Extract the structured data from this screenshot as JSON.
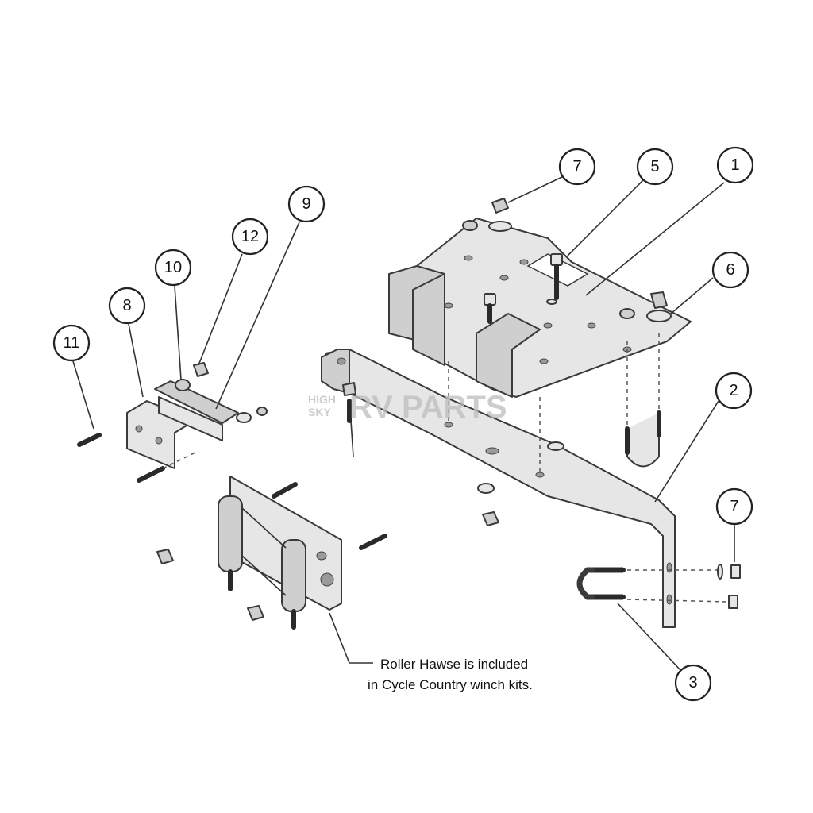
{
  "callouts": [
    {
      "id": "c7a",
      "label": "7"
    },
    {
      "id": "c5",
      "label": "5"
    },
    {
      "id": "c1",
      "label": "1"
    },
    {
      "id": "c6",
      "label": "6"
    },
    {
      "id": "c9",
      "label": "9"
    },
    {
      "id": "c12",
      "label": "12"
    },
    {
      "id": "c10",
      "label": "10"
    },
    {
      "id": "c8",
      "label": "8"
    },
    {
      "id": "c11",
      "label": "11"
    },
    {
      "id": "c2",
      "label": "2"
    },
    {
      "id": "c7b",
      "label": "7"
    },
    {
      "id": "c3",
      "label": "3"
    }
  ],
  "note": {
    "line1": "Roller Hawse is included",
    "line2": "in Cycle Country winch kits."
  },
  "watermark": {
    "small_top": "HIGH",
    "small_bottom": "SKY",
    "brand": "RV PARTS"
  },
  "colors": {
    "line": "#333333",
    "part_fill": "#e6e6e6",
    "background": "#ffffff"
  }
}
